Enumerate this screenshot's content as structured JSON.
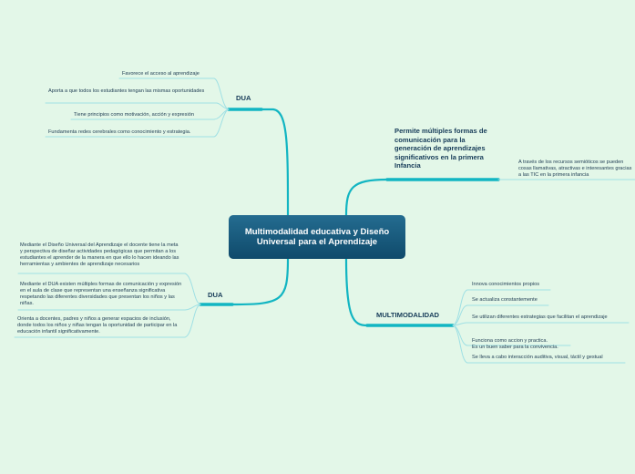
{
  "central": {
    "title": "Multimodalidad educativa y Diseño Universal para el Aprendizaje"
  },
  "branches": {
    "dua_top": {
      "label": "DUA",
      "items": [
        "Favorece el acceso al aprendizaje",
        "Aporta a que todos los estudiantes tengan las mismas oportunidades",
        "Tiene principios como motivación, acción y expresión",
        "Fundamenta redes cerebrales como conocimiento y estrategia."
      ]
    },
    "dua_bottom": {
      "label": "DUA",
      "items": [
        "Mediante el Diseño Universal del Aprendizaje el docente tiene la meta y perspectiva de diseñar actividades pedagógicas que permitan a los estudiantes el aprender de la manera en que ello lo hacen ideando las herramientas y ambientes de aprendizaje necesarios",
        "Mediante el DUA existen múltiples formas de comunicación y expresión en el aula de clase que representan una enseñanza significativa respetando las diferentes diversidades que presentan los niños y las niñas.",
        "Orienta a docentes, padres y niños a generar espacios de inclusión, donde todos los niños y niñas  tengan la oportunidad de participar en la educación infantil significativamente."
      ]
    },
    "permite": {
      "label": "Permite  múltiples formas de comunicación para la generación de aprendizajes significativos en la primera Infancia",
      "items": [
        "A través de los recursos semióticos se pueden cosas llamativas, atractivas e interesantes gracias a las TIC en la primera infancia"
      ]
    },
    "multimodalidad": {
      "label": "MULTIMODALIDAD",
      "items": [
        "Innova conocimientos propios",
        "Se actualiza constantemente",
        "Se utilizan diferentes estrategias que facilitan el aprendizaje",
        "Funciona como accion y practica.\nEs un buen saber para la convivencia.",
        "Se lleva a cabo interacción auditiva, visual, táctil y gestual"
      ]
    }
  },
  "colors": {
    "background": "#e3f7e8",
    "central_fill": "#1b5c80",
    "branch_line": "#12b5c2",
    "leaf_line": "#9fe0e4"
  }
}
